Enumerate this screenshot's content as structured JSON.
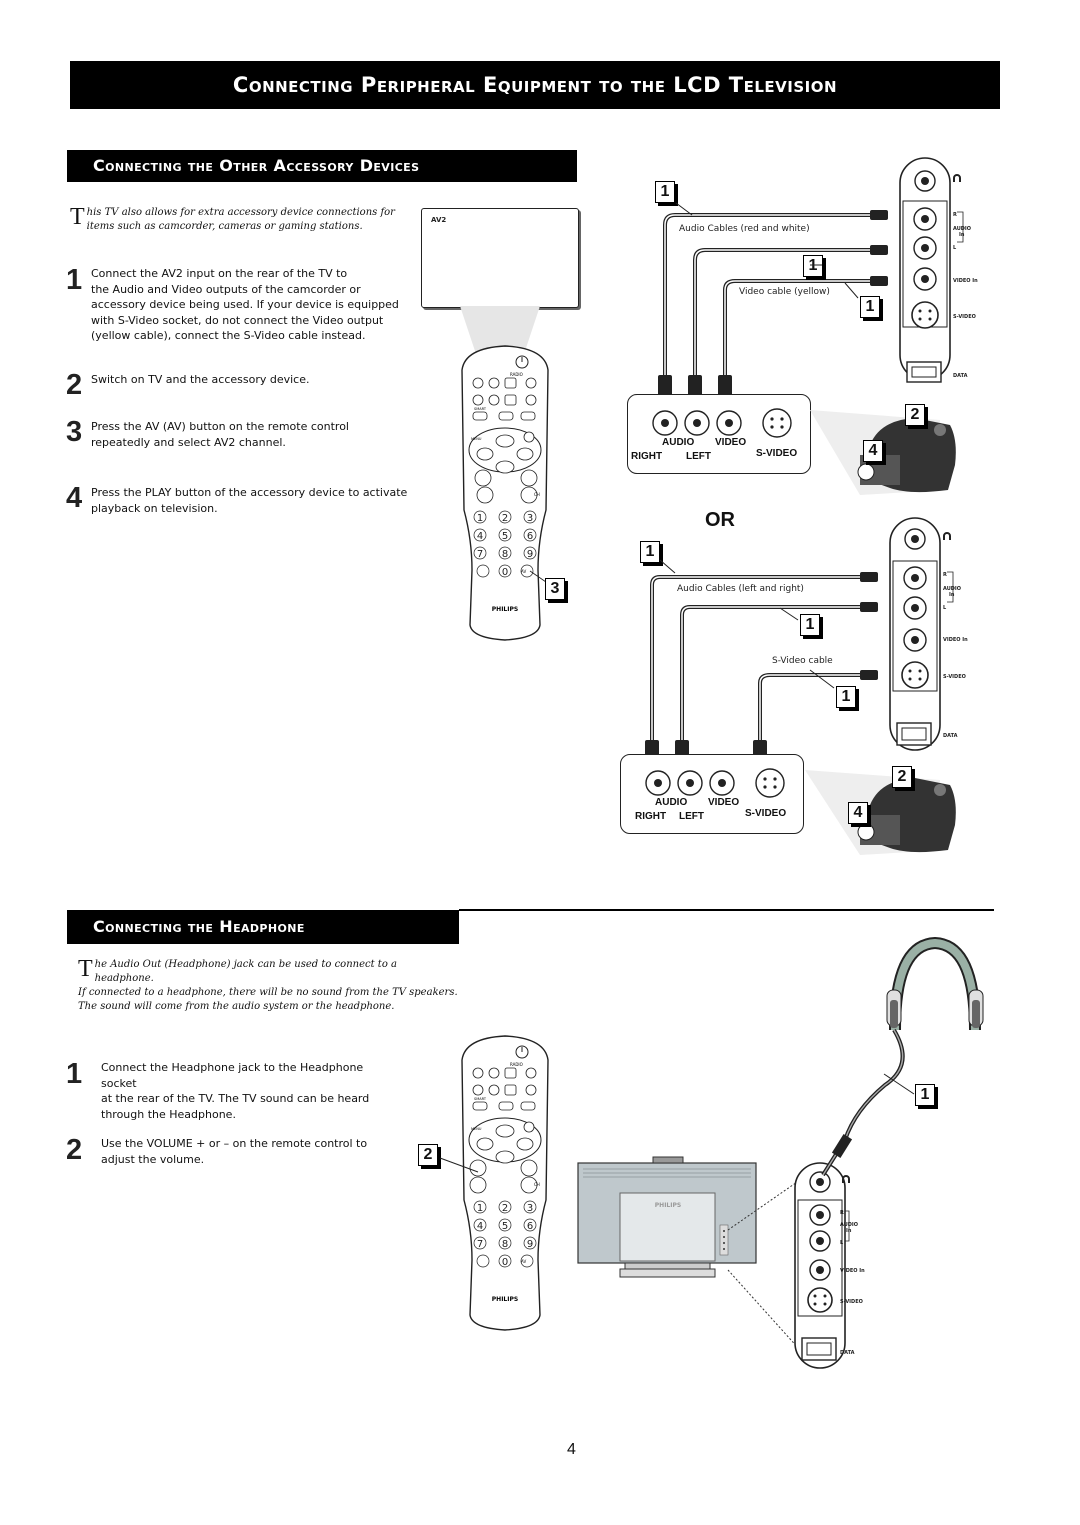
{
  "header": {
    "title": "Connecting Peripheral Equipment to the LCD Television"
  },
  "sections": {
    "accessory": {
      "title": "Connecting the Other Accessory Devices",
      "intro_dropcap": "T",
      "intro_line1": "his TV also allows for extra accessory device connections for",
      "intro_line2": "items such as camcorder, cameras or gaming stations.",
      "steps": [
        {
          "num": "1",
          "lines": [
            "Connect the AV2 input on the rear of the TV to",
            "the Audio and Video outputs of the camcorder or",
            "accessory device being used. If your device is equipped",
            "with S-Video socket, do not connect the Video output",
            "(yellow cable), connect the S-Video cable instead."
          ]
        },
        {
          "num": "2",
          "lines": [
            "Switch on TV and the accessory device."
          ]
        },
        {
          "num": "3",
          "lines": [
            "Press the AV (AV) button on the remote control",
            "repeatedly and select AV2 channel."
          ]
        },
        {
          "num": "4",
          "lines": [
            "Press the PLAY button of the accessory device to activate",
            "playback on television."
          ]
        }
      ]
    },
    "headphone": {
      "title": "Connecting the Headphone",
      "intro_dropcap": "T",
      "intro_line1": "he Audio Out (Headphone) jack can be used to connect to a headphone.",
      "intro_line2": "If connected to a headphone, there will be no sound from the TV speakers.",
      "intro_line3": "The sound will come from the audio system or the headphone.",
      "steps": [
        {
          "num": "1",
          "lines": [
            "Connect the Headphone jack to the Headphone socket",
            "at the rear of the TV. The TV sound can be heard",
            "through the Headphone."
          ]
        },
        {
          "num": "2",
          "lines": [
            "Use the VOLUME + or – on the remote control to",
            "adjust the volume."
          ]
        }
      ]
    }
  },
  "tv_screen": {
    "label": "AV2"
  },
  "diagram_top": {
    "cable_label_audio": "Audio Cables (red and white)",
    "cable_label_video": "Video cable (yellow)",
    "device_audio": "AUDIO",
    "device_video": "VIDEO",
    "device_right": "RIGHT",
    "device_left": "LEFT",
    "device_svideo": "S-VIDEO"
  },
  "or_label": "OR",
  "diagram_bottom": {
    "cable_label_audio": "Audio Cables (left and right)",
    "cable_label_svideo": "S-Video cable"
  },
  "panel_labels": {
    "r": "R",
    "audio": "AUDIO",
    "in": "In",
    "l": "L",
    "video_in": "VIDEO In",
    "svideo": "S-VIDEO",
    "data": "DATA"
  },
  "remote": {
    "brand": "PHILIPS",
    "radio": "RADIO",
    "smart": "SMART",
    "menu": "MENU",
    "ch": "CH",
    "av": "AV",
    "digits": [
      "1",
      "2",
      "3",
      "4",
      "5",
      "6",
      "7",
      "8",
      "9",
      "0"
    ]
  },
  "tv_brand": "PHILIPS",
  "badges": {
    "one": "1",
    "two": "2",
    "three": "3",
    "four": "4"
  },
  "page_number": "4"
}
